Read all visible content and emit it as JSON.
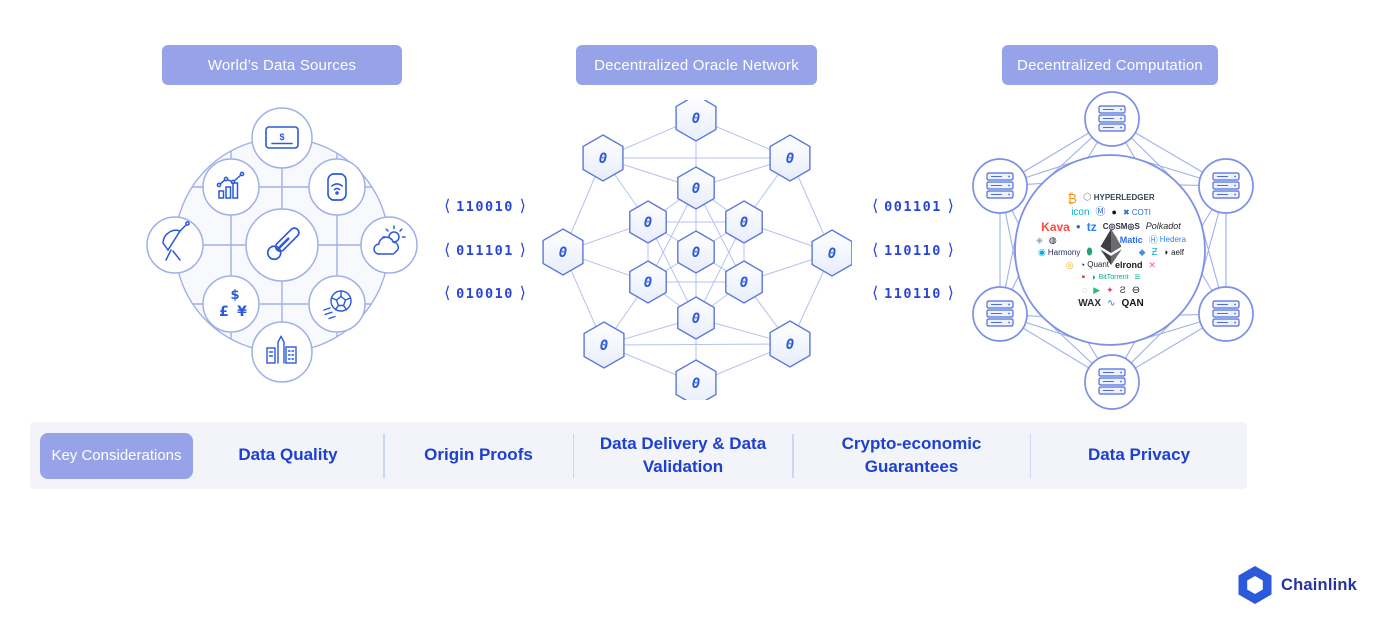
{
  "header": {
    "pills": [
      {
        "label": "World’s Data Sources"
      },
      {
        "label": "Decentralized Oracle Network"
      },
      {
        "label": "Decentralized Computation"
      }
    ]
  },
  "binary": {
    "lb": "⟨",
    "rb": "⟩",
    "left": [
      "110010",
      "011101",
      "010010"
    ],
    "right": [
      "001101",
      "110110",
      "110110"
    ]
  },
  "data_sources": {
    "invoice_symbol": "$",
    "currency": {
      "top": "$",
      "left": "£",
      "right": "¥"
    },
    "icons": [
      "invoice-icon",
      "chart-icon",
      "smartwatch-icon",
      "satellite-icon",
      "thermometer-icon",
      "weather-icon",
      "currency-icon",
      "sports-icon",
      "city-icon"
    ]
  },
  "oracle": {
    "node_glyph": "0"
  },
  "computation": {
    "logo_rows": [
      [
        {
          "g": "₿",
          "gc": "#f7931a",
          "gs": 13
        },
        {
          "g": "⬡",
          "gc": "#8a97a5",
          "gs": 10,
          "t": "HYPERLEDGER",
          "tc": "#37474f",
          "fs": 8,
          "b": true
        }
      ],
      [
        {
          "t": "icon",
          "tc": "#00b5c9",
          "fs": 10
        },
        {
          "g": "Ⓜ",
          "gc": "#2f6bd8",
          "gs": 10
        },
        {
          "g": "●",
          "gc": "#15151c",
          "gs": 9
        },
        {
          "g": "✖",
          "gc": "#2f6bd8",
          "gs": 8,
          "t": "COTI",
          "tc": "#2f6bd8",
          "fs": 8
        }
      ],
      [
        {
          "t": "Kava",
          "tc": "#fe4c40",
          "fs": 12,
          "b": true
        },
        {
          "g": "●",
          "gc": "#3563d8",
          "gs": 8
        },
        {
          "t": "tz",
          "tc": "#2c7df7",
          "fs": 12,
          "b": true
        },
        {
          "t": "C◎SM◎S",
          "tc": "#2e3148",
          "fs": 8,
          "b": true
        },
        {
          "t": "Polkadot",
          "tc": "#29292d",
          "fs": 9,
          "i": true
        }
      ],
      [
        {
          "g": "◈",
          "gc": "#9aa3b5",
          "gs": 9
        },
        {
          "g": "◍",
          "gc": "#202427",
          "gs": 9
        },
        {
          "sp": 40
        },
        {
          "g": "Ⓜ",
          "gc": "#2b6def",
          "gs": 9,
          "t": "Matic",
          "tc": "#2b6def",
          "fs": 9,
          "b": true
        },
        {
          "g": "Ⓗ",
          "gc": "#2d84eb",
          "gs": 9,
          "t": "Hedera",
          "tc": "#2d84eb",
          "fs": 8
        }
      ],
      [
        {
          "g": "◉",
          "gc": "#00aee9",
          "gs": 9,
          "t": "Harmony",
          "tc": "#1b295e",
          "fs": 8
        },
        {
          "g": "⬮",
          "gc": "#26a17b",
          "gs": 10
        },
        {
          "sp": 34
        },
        {
          "g": "◆",
          "gc": "#4a90d9",
          "gs": 9
        },
        {
          "g": "Ƶ",
          "gc": "#19b5c9",
          "gs": 10
        },
        {
          "g": "◗",
          "gc": "#17181c",
          "gs": 9,
          "t": "aelf",
          "tc": "#17181c",
          "fs": 8
        }
      ],
      [
        {
          "g": "◎",
          "gc": "#f5a623",
          "gs": 9
        },
        {
          "g": "◔",
          "gc": "#1f2430",
          "gs": 9,
          "t": "Quant",
          "tc": "#1f2430",
          "fs": 8
        },
        {
          "t": "elrond",
          "tc": "#1a1a24",
          "fs": 9,
          "b": true
        },
        {
          "g": "✕",
          "gc": "#ff5a8a",
          "gs": 9
        }
      ],
      [
        {
          "g": "▪",
          "gc": "#e0342b",
          "gs": 10
        },
        {
          "g": "◗",
          "gc": "#00b09b",
          "gs": 9,
          "t": "BitTorrent",
          "tc": "#00b09b",
          "fs": 7
        },
        {
          "g": "≡",
          "gc": "#17b3a0",
          "gs": 10
        }
      ],
      [
        {
          "g": "◌",
          "gc": "#4a7bd8",
          "gs": 9
        },
        {
          "g": "▶",
          "gc": "#21c07a",
          "gs": 9
        },
        {
          "g": "✦",
          "gc": "#ef3e6d",
          "gs": 9
        },
        {
          "g": "Ƨ",
          "gc": "#2b2d3a",
          "gs": 9
        },
        {
          "g": "⊖",
          "gc": "#101014",
          "gs": 10
        }
      ],
      [
        {
          "t": "WAX",
          "tc": "#2b2b33",
          "fs": 10,
          "b": true
        },
        {
          "g": "∿",
          "gc": "#3b6fe0",
          "gs": 10
        },
        {
          "t": "QAN",
          "tc": "#15161c",
          "fs": 10,
          "b": true
        }
      ]
    ]
  },
  "key_considerations": {
    "label": "Key Considerations",
    "items": [
      {
        "line1": "Data",
        "line2": "Quality"
      },
      {
        "line1": "Origin",
        "line2": "Proofs"
      },
      {
        "line1": "Data Delivery &",
        "line2": "Data Validation"
      },
      {
        "line1": "Crypto-economic",
        "line2": "Guarantees"
      },
      {
        "line1": "Data",
        "line2": "Privacy"
      }
    ]
  },
  "footer": {
    "brand": "Chainlink"
  },
  "colors": {
    "accent_blue": "#2a5ada",
    "pill_bg": "#96a3e8",
    "binary_text": "#2945d8",
    "kc_text": "#1e40d0",
    "kc_bar_bg": "#f2f4fa",
    "network_line": "#b5c2f0",
    "node_stroke": "#9fb0e8",
    "brand_text": "#24359f"
  }
}
